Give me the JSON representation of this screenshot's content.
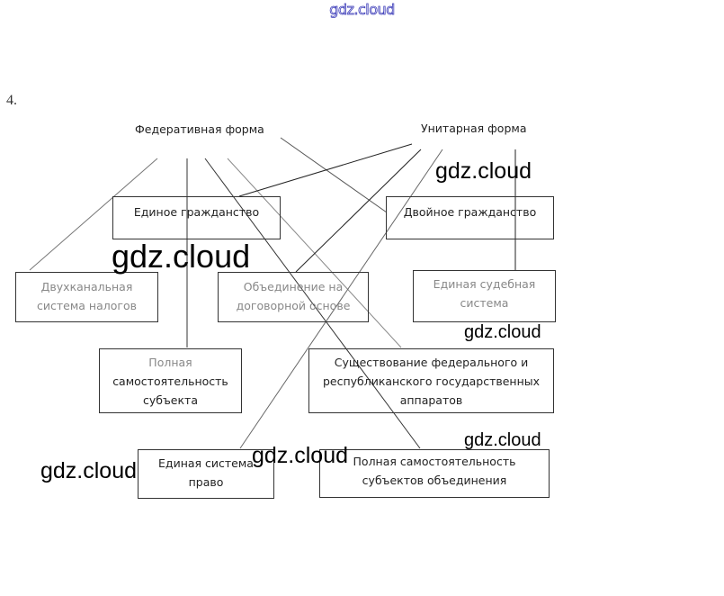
{
  "header": {
    "watermark_top": "gdz.cloud",
    "task_number": "4."
  },
  "diagram": {
    "roots": {
      "federal": "Федеративная форма",
      "unitary": "Унитарная форма"
    },
    "boxes": [
      {
        "id": "single-citizenship",
        "lines": [
          "Единое гражданство"
        ]
      },
      {
        "id": "dual-citizenship",
        "lines": [
          "Двойное гражданство"
        ]
      },
      {
        "id": "bicameral-tax-system",
        "lines": [
          "Двухканальная",
          "система налогов"
        ]
      },
      {
        "id": "contract-union",
        "lines": [
          "Объединение на",
          "договорной основе"
        ]
      },
      {
        "id": "single-judicial-system",
        "lines": [
          "Единая судебная",
          "система"
        ]
      },
      {
        "id": "subject-full-independence",
        "lines": [
          "Полная",
          "самостоятельность",
          "субъекта"
        ]
      },
      {
        "id": "federal-republic-apparatus",
        "lines": [
          "Существование федерального и",
          "республиканского государственных",
          "аппаратов"
        ]
      },
      {
        "id": "single-law-system",
        "lines": [
          "Единая система",
          "право"
        ]
      },
      {
        "id": "union-subjects-independence",
        "lines": [
          "Полная самостоятельность",
          "субъектов объединения"
        ]
      }
    ],
    "connections": [
      {
        "from": "federal",
        "to": "bicameral-tax-system"
      },
      {
        "from": "federal",
        "to": "subject-full-independence"
      },
      {
        "from": "federal",
        "to": "union-subjects-independence"
      },
      {
        "from": "federal",
        "to": "federal-republic-apparatus"
      },
      {
        "from": "federal",
        "to": "dual-citizenship"
      },
      {
        "from": "unitary",
        "to": "single-citizenship"
      },
      {
        "from": "unitary",
        "to": "contract-union"
      },
      {
        "from": "unitary",
        "to": "single-law-system"
      },
      {
        "from": "unitary",
        "to": "single-judicial-system"
      }
    ]
  },
  "watermarks": [
    "gdz.cloud",
    "gdz.cloud",
    "gdz.cloud",
    "gdz.cloud",
    "gdz.cloud",
    "gdz.cloud"
  ]
}
